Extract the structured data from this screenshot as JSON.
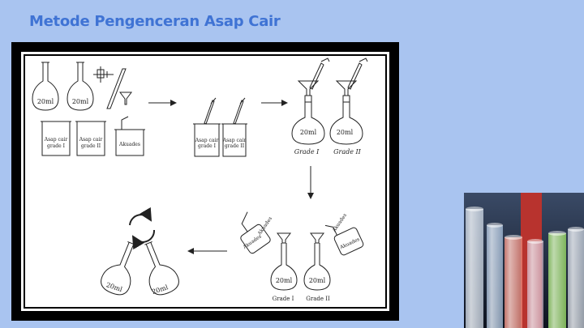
{
  "title": "Metode Pengenceran Asap Cair",
  "diagram": {
    "flask_volume": "20ml",
    "beaker_asap_cair_1": [
      "Asap cair",
      "grade I"
    ],
    "beaker_asap_cair_2": [
      "Asap cair",
      "grade II"
    ],
    "beaker_akuades": "Akuades",
    "mixed_beaker_1": [
      "Asap cair",
      "grade I"
    ],
    "mixed_beaker_2": [
      "Asap cair",
      "grade II"
    ],
    "grade_1": "Grade I",
    "grade_2": "Grade II",
    "bottle_akuades": "Akuades"
  },
  "photo_subject": "test-tubes"
}
